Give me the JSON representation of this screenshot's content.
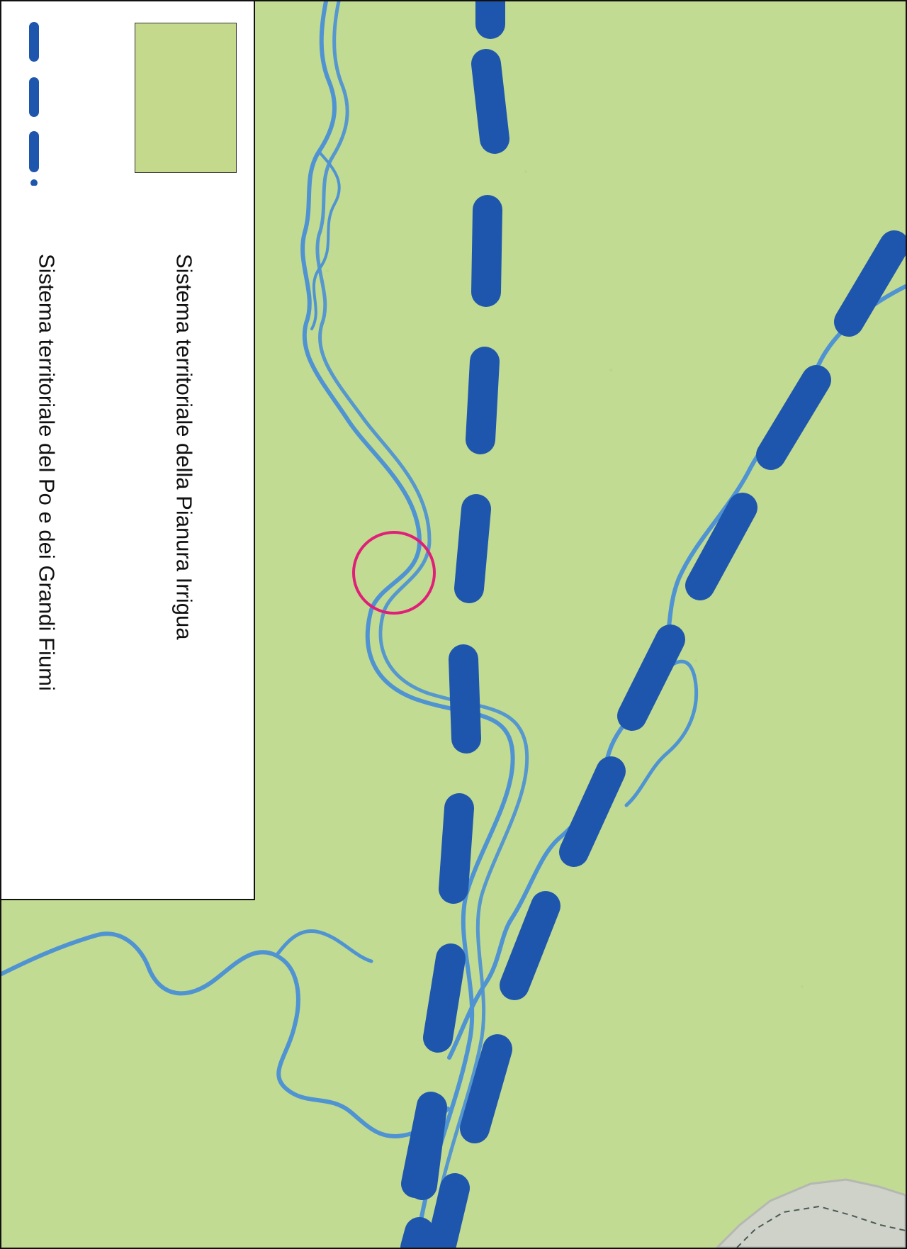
{
  "legend": {
    "items": [
      {
        "label": "Sistema territoriale della Pianura Irrigua",
        "symbol": "filled-area-swatch",
        "color": "#c5d98d"
      },
      {
        "label": "Sistema territoriale del Po e dei Grandi Fiumi",
        "symbol": "dashed-line",
        "color": "#1f56ad"
      }
    ]
  },
  "map": {
    "colors": {
      "background": "#c2db92",
      "river": "#4f93d2",
      "dashed_boundary": "#1f56ad",
      "marker": "#e01f78",
      "urban_area": "#c9cfc6"
    }
  }
}
